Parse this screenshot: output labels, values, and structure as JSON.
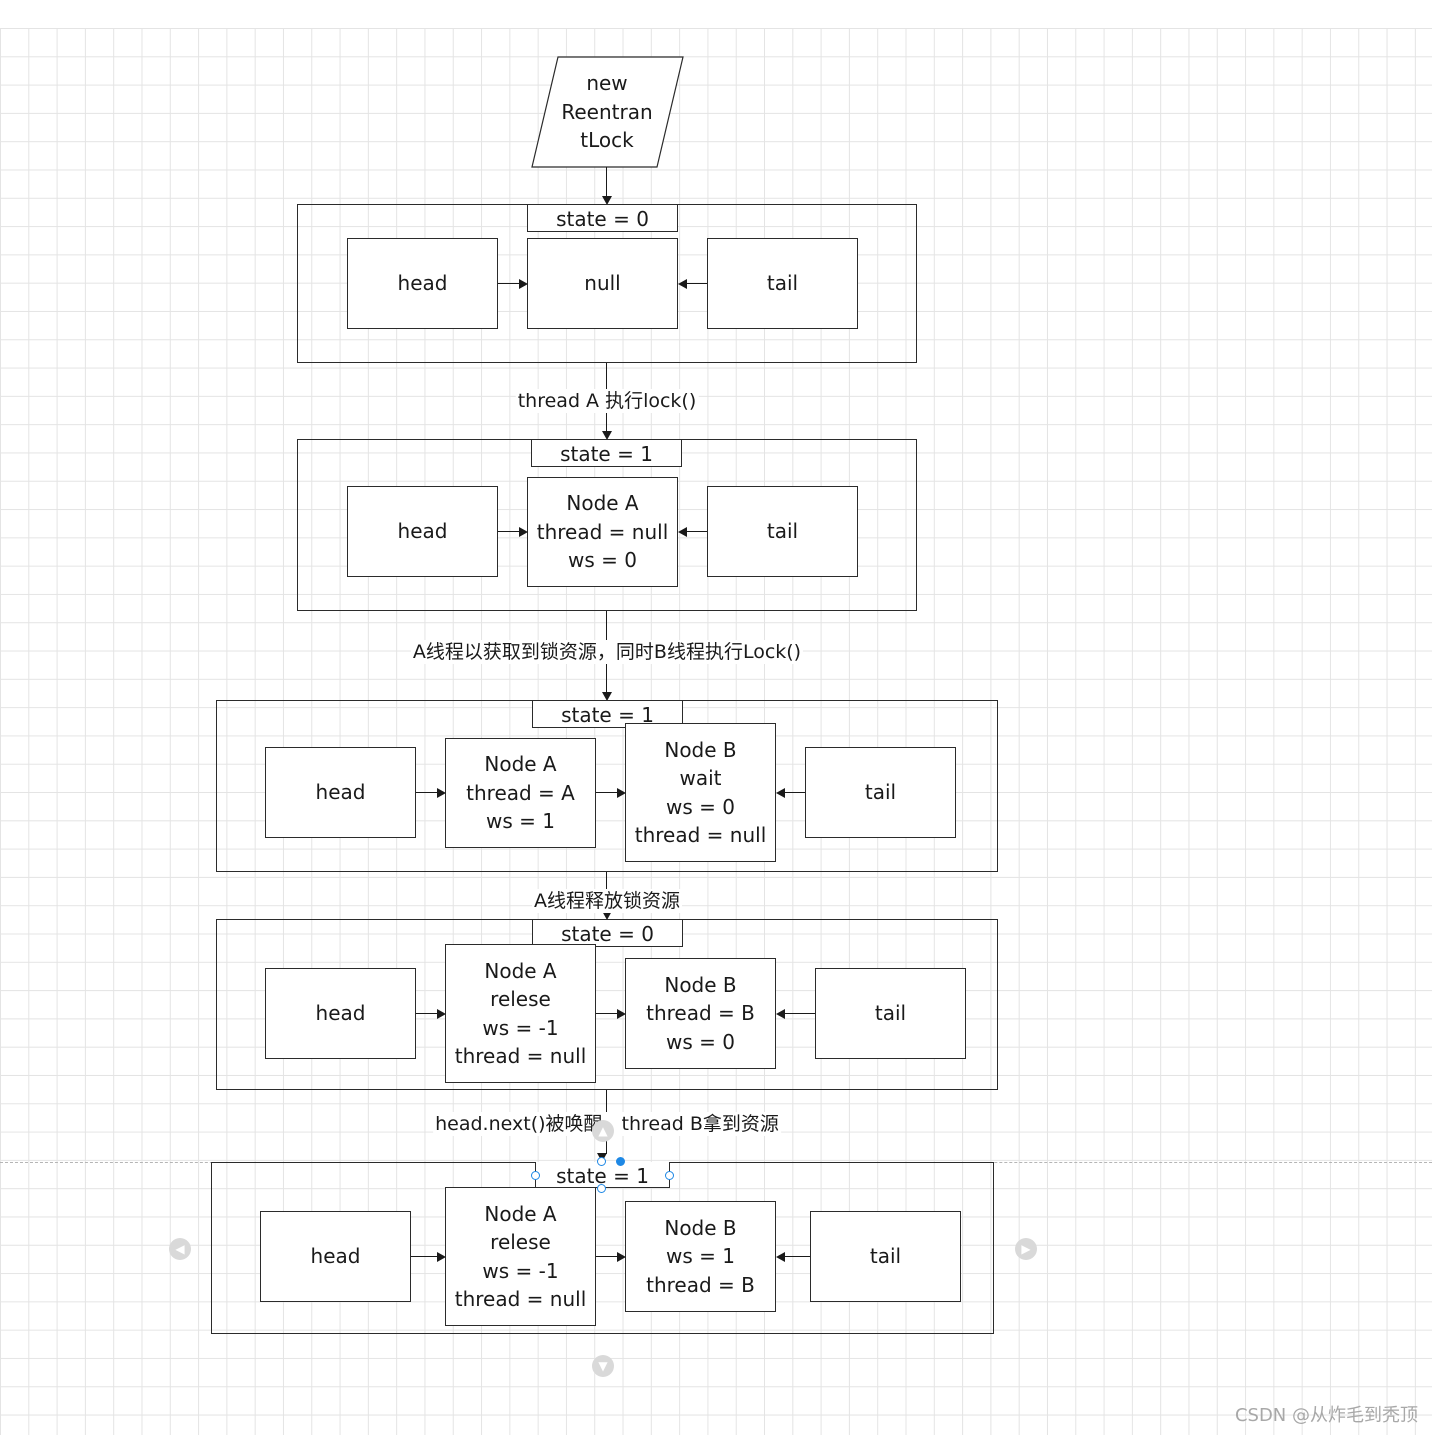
{
  "start": {
    "lines": [
      "new",
      "Reentran",
      "tLock"
    ]
  },
  "edge_labels": [
    "thread A 执行lock()",
    "A线程以获取到锁资源，同时B线程执行Lock()",
    "A线程释放锁资源",
    "head.next()被唤醒，thread B拿到资源"
  ],
  "frames": [
    {
      "state": "state = 0",
      "nodes": [
        {
          "lines": [
            "head"
          ]
        },
        {
          "lines": [
            "null"
          ]
        },
        {
          "lines": [
            "tail"
          ]
        }
      ]
    },
    {
      "state": "state = 1",
      "nodes": [
        {
          "lines": [
            "head"
          ]
        },
        {
          "lines": [
            "Node A",
            "thread = null",
            "ws = 0"
          ]
        },
        {
          "lines": [
            "tail"
          ]
        }
      ]
    },
    {
      "state": "state = 1",
      "nodes": [
        {
          "lines": [
            "head"
          ]
        },
        {
          "lines": [
            "Node A",
            "thread = A",
            "ws = 1"
          ]
        },
        {
          "lines": [
            "Node B",
            "wait",
            "ws = 0",
            "thread = null"
          ]
        },
        {
          "lines": [
            "tail"
          ]
        }
      ]
    },
    {
      "state": "state = 0",
      "nodes": [
        {
          "lines": [
            "head"
          ]
        },
        {
          "lines": [
            "Node A",
            "relese",
            "ws = -1",
            "thread = null"
          ]
        },
        {
          "lines": [
            "Node B",
            "thread = B",
            "ws = 0"
          ]
        },
        {
          "lines": [
            "tail"
          ]
        }
      ]
    },
    {
      "state": "state = 1",
      "nodes": [
        {
          "lines": [
            "head"
          ]
        },
        {
          "lines": [
            "Node A",
            "relese",
            "ws = -1",
            "thread = null"
          ]
        },
        {
          "lines": [
            "Node B",
            "ws = 1",
            "thread = B"
          ]
        },
        {
          "lines": [
            "tail"
          ]
        }
      ]
    }
  ],
  "icons": {
    "nav_left": "chevron-left-icon",
    "nav_right": "chevron-right-icon",
    "nav_down": "chevron-down-icon",
    "selection_handle": "resize-handle-icon"
  },
  "colors": {
    "selection": "#1e88e5",
    "stroke": "#2b2b2b",
    "grid": "#e4e4e4"
  },
  "watermark": "CSDN @从炸毛到秃顶"
}
